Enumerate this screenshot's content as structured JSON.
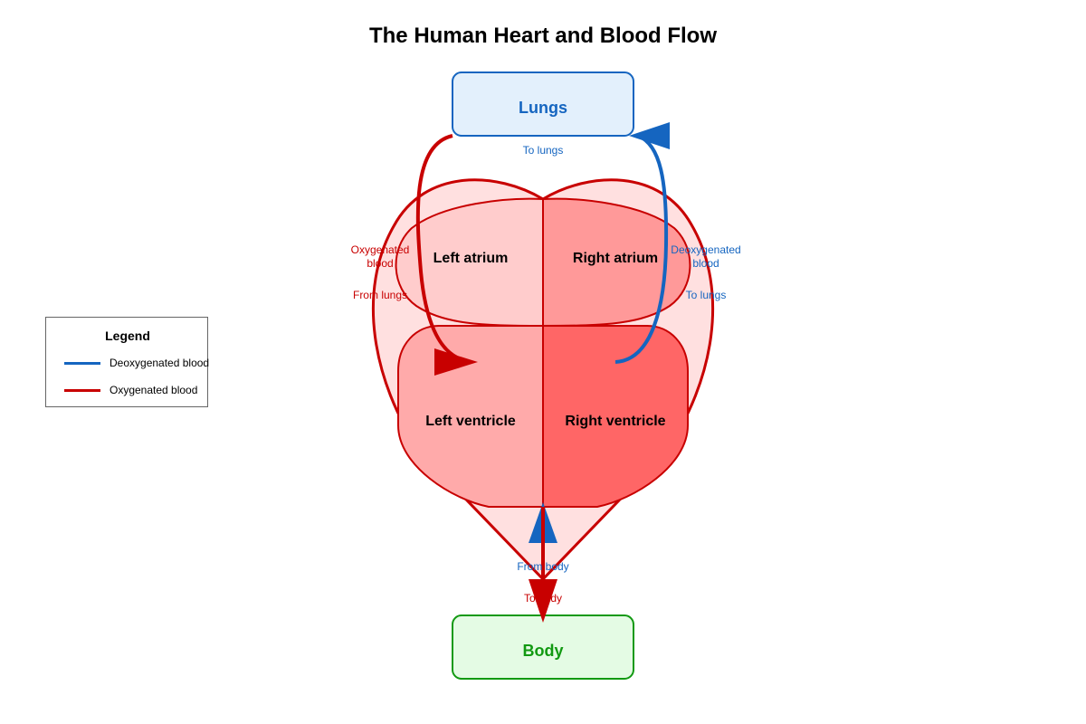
{
  "title": "The Human Heart and Blood Flow",
  "colors": {
    "deoxygenated": "#1565c0",
    "oxygenated": "#c80000",
    "lungs_fill": "#e3f0fc",
    "lungs_border": "#1565c0",
    "body_fill": "#e4fbe4",
    "body_border": "#119911",
    "heart_outline": "#c80000",
    "heart_fill": "#ffe0e0",
    "left_atrium": "#ffcccc",
    "right_atrium": "#ff9999",
    "left_ventricle": "#ffaaaa",
    "right_ventricle": "#ff6666"
  },
  "boxes": {
    "lungs": "Lungs",
    "body": "Body"
  },
  "chambers": {
    "left_atrium": "Left atrium",
    "right_atrium": "Right atrium",
    "left_ventricle": "Left ventricle",
    "right_ventricle": "Right ventricle"
  },
  "flow_labels": {
    "to_lungs_top": "To lungs",
    "oxygenated_line1": "Oxygenated",
    "oxygenated_line2": "blood",
    "from_lungs": "From lungs",
    "deoxygenated_line1": "Deoxygenated",
    "deoxygenated_line2": "blood",
    "to_lungs_right": "To lungs",
    "from_body": "From body",
    "to_body": "To body"
  },
  "legend": {
    "title": "Legend",
    "items": [
      {
        "label": "Deoxygenated blood",
        "color": "#1565c0"
      },
      {
        "label": "Oxygenated blood",
        "color": "#c80000"
      }
    ]
  }
}
